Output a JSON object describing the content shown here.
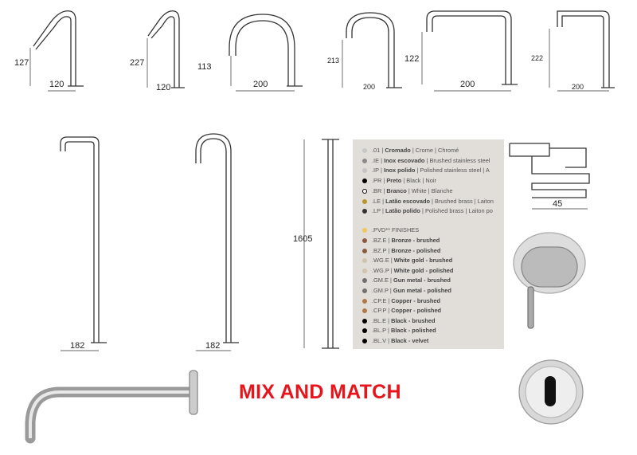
{
  "dimensions": {
    "top_row": [
      {
        "height": "127",
        "width": "120"
      },
      {
        "height": "227",
        "width": "120"
      },
      {
        "height": "113",
        "width": "200"
      },
      {
        "height": "213",
        "width": "200"
      },
      {
        "height": "122",
        "width": "200"
      },
      {
        "height": "222",
        "width": "200"
      }
    ],
    "tall_1_width": "182",
    "tall_2_width": "182",
    "pillar_height": "1605",
    "mixer_width": "45"
  },
  "finishes": [
    {
      "code": ".01",
      "bold": "Cromado",
      "rest": "Crome | Chromé",
      "color": "#c8c8c8"
    },
    {
      "code": ".IE",
      "bold": "Inox escovado",
      "rest": "Brushed stainless steel",
      "color": "#8a8a8a"
    },
    {
      "code": ".IP",
      "bold": "Inox polido",
      "rest": "Polished stainless steel | A",
      "color": "#c4c4c4"
    },
    {
      "code": ".PR",
      "bold": "Preto",
      "rest": "Black | Noir",
      "color": "#000000"
    },
    {
      "code": ".BR",
      "bold": "Branco",
      "rest": "White | Blanche",
      "color": "#ffffff"
    },
    {
      "code": ".LE",
      "bold": "Latão escovado",
      "rest": "Brushed brass | Laiton",
      "color": "#b8962e"
    },
    {
      "code": ".LP",
      "bold": "Latão polido",
      "rest": "Polished brass | Laiton po",
      "color": "#333333"
    }
  ],
  "pvd": {
    "label": ".PVD** FINISHES",
    "color": "#f0c860"
  },
  "pvd_finishes": [
    {
      "code": ".BZ.E",
      "name": "Bronze - brushed",
      "color": "#8a5a40"
    },
    {
      "code": ".BZ.P",
      "name": "Bronze - polished",
      "color": "#8a5a40"
    },
    {
      "code": ".WG.E",
      "name": "White gold - brushed",
      "color": "#cfc3ad"
    },
    {
      "code": ".WG.P",
      "name": "White gold - polished",
      "color": "#cfc3ad"
    },
    {
      "code": ".GM.E",
      "name": "Gun metal - brushed",
      "color": "#707070"
    },
    {
      "code": ".GM.P",
      "name": "Gun metal - polished",
      "color": "#707070"
    },
    {
      "code": ".CP.E",
      "name": "Copper - brushed",
      "color": "#b07848"
    },
    {
      "code": ".CP.P",
      "name": "Copper - polished",
      "color": "#b07848"
    },
    {
      "code": ".BL.E",
      "name": "Black - brushed",
      "color": "#000000"
    },
    {
      "code": ".BL.P",
      "name": "Black - polished",
      "color": "#000000"
    },
    {
      "code": ".BL.V",
      "name": "Black - velvet",
      "color": "#000000"
    }
  ],
  "headline": "MIX AND MATCH",
  "headline_color": "#e8141b"
}
